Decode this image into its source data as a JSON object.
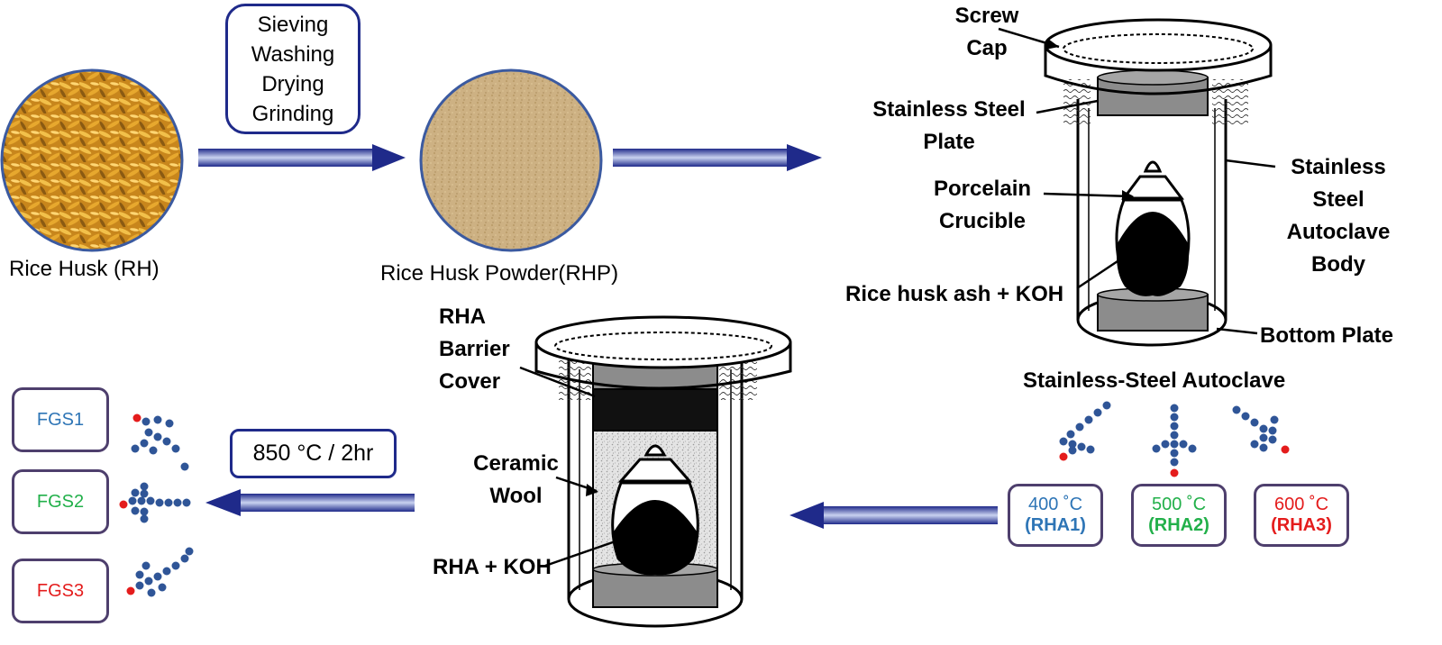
{
  "process_box": [
    "Sieving",
    "Washing",
    "Drying",
    "Grinding"
  ],
  "rice_husk_label": "Rice Husk (RH)",
  "rice_husk_powder_label": "Rice Husk Powder(RHP)",
  "autoclave1": {
    "screw_cap": [
      "Screw",
      "Cap"
    ],
    "ss_plate": [
      "Stainless Steel",
      "Plate"
    ],
    "crucible": [
      "Porcelain",
      "Crucible"
    ],
    "contents": "Rice husk ash + KOH",
    "body": [
      "Stainless",
      "Steel",
      "Autoclave",
      "Body"
    ],
    "bottom_plate": "Bottom Plate",
    "title": "Stainless-Steel Autoclave"
  },
  "rha_samples": [
    {
      "temp": "400 ˚C",
      "name": "(RHA1)",
      "color": "#2e75b6"
    },
    {
      "temp": "500 ˚C",
      "name": "(RHA2)",
      "color": "#22b04a"
    },
    {
      "temp": "600 ˚C",
      "name": "(RHA3)",
      "color": "#e41c1c"
    }
  ],
  "autoclave2": {
    "barrier": [
      "RHA",
      "Barrier",
      "Cover"
    ],
    "wool": [
      "Ceramic",
      "Wool"
    ],
    "contents": "RHA + KOH"
  },
  "heat_condition": "850 °C / 2hr",
  "fgs_products": [
    {
      "name": "FGS1",
      "color": "#2e75b6"
    },
    {
      "name": "FGS2",
      "color": "#22b04a"
    },
    {
      "name": "FGS3",
      "color": "#e41c1c"
    }
  ],
  "colors": {
    "arrow": "#1f2a8a",
    "box_border": "#4e3f6d",
    "molecule": "#2f5597",
    "molecule_end": "#e41c1c"
  }
}
